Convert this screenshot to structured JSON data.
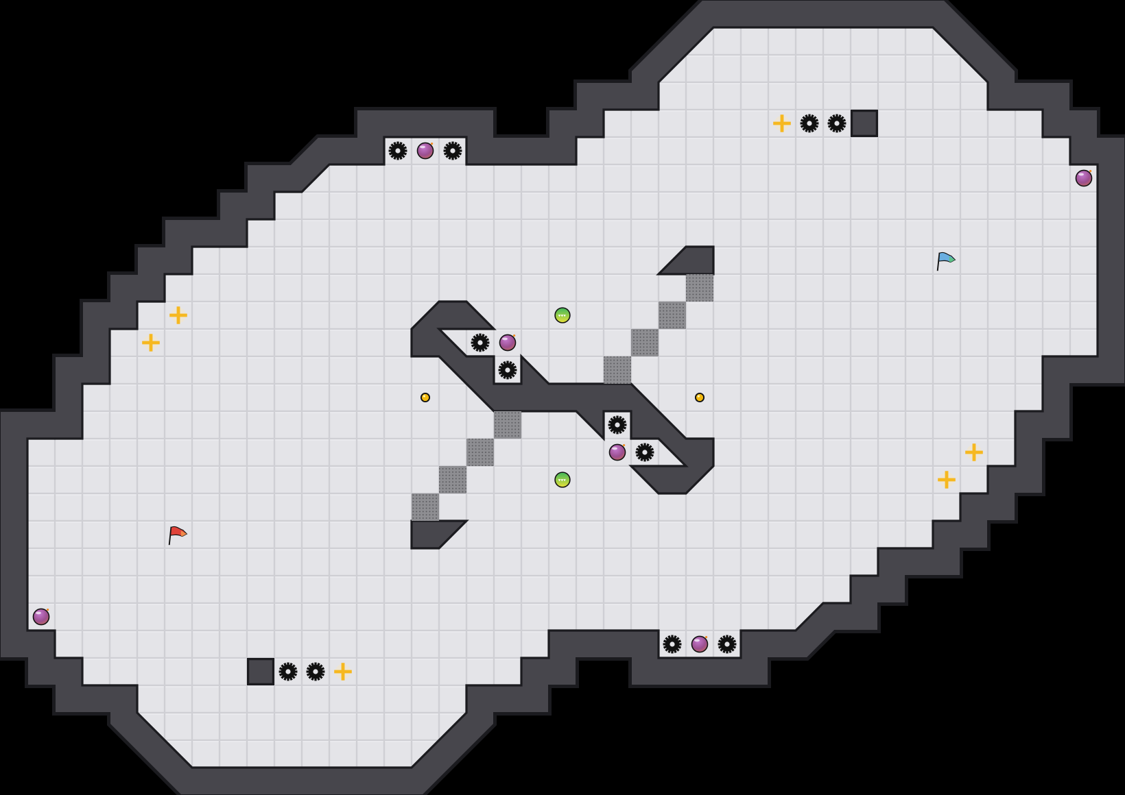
{
  "level": {
    "grid": {
      "columns": 41,
      "rows": 29
    },
    "entity_counts": {
      "saw_gear": 12,
      "bomb": 6,
      "plus_pickup": 6,
      "coin": 2,
      "green_orb": 2,
      "start_flag_red": 1,
      "goal_flag_blue": 1,
      "solid_block": 2,
      "grate_tile": 8
    }
  },
  "colors": {
    "background": "#000000",
    "wall": "#47464c",
    "wall_outline": "#1b1b1f",
    "floor": "#e4e4e8",
    "floor_line": "#cfcfd4",
    "grate": "#8a8a8e",
    "bomb": "#9b4f8f",
    "plus": "#f6b820",
    "coin": "#f2b90f",
    "orb": "#5cc25a",
    "flag_red": "#e0433a",
    "flag_blue": "#6aaee0"
  }
}
